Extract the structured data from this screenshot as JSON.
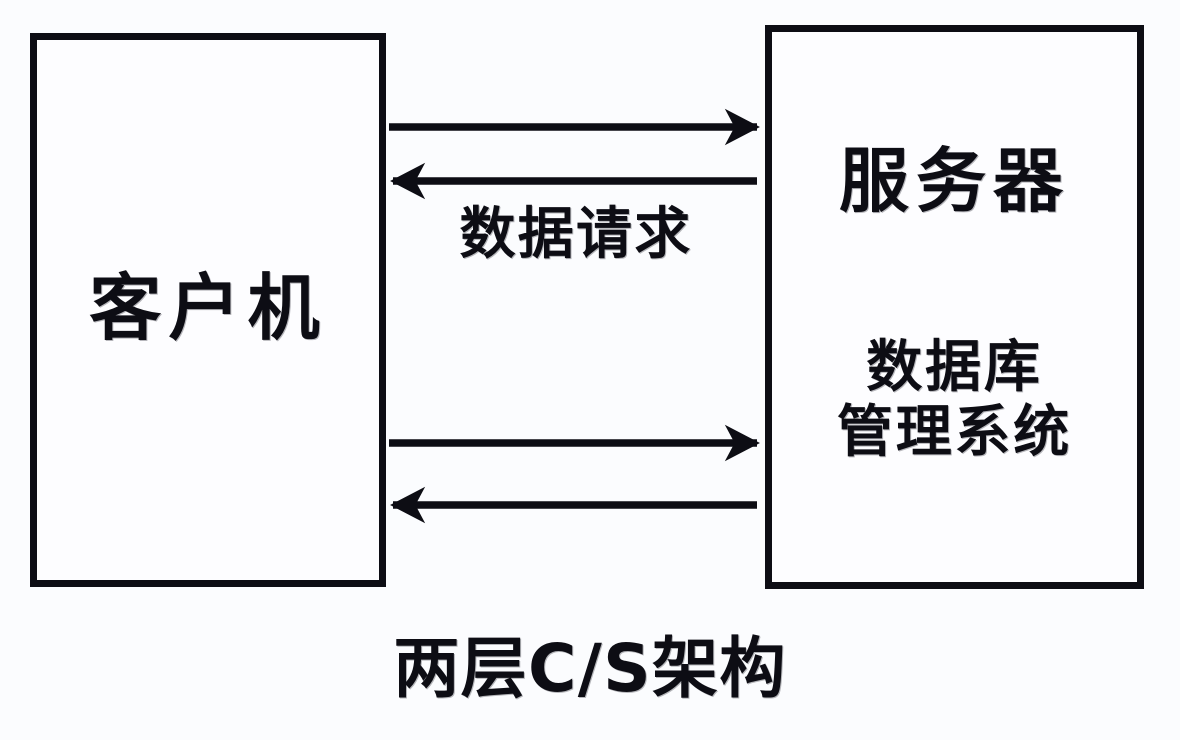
{
  "diagram": {
    "caption": "两层C/S架构",
    "background_color": "#fbfcfe",
    "stroke_color": "#0d0d14",
    "nodes": [
      {
        "id": "client",
        "label": "客户机"
      },
      {
        "id": "server",
        "label": "服务器",
        "sub_label_line1": "数据库",
        "sub_label_line2": "管理系统"
      }
    ],
    "edge_label": "数据请求",
    "edges": [
      {
        "id": "edge-1",
        "direction": "client-to-server",
        "label": ""
      },
      {
        "id": "edge-2",
        "direction": "server-to-client",
        "label": ""
      },
      {
        "id": "edge-3",
        "direction": "client-to-server",
        "label": ""
      },
      {
        "id": "edge-4",
        "direction": "server-to-client",
        "label": ""
      }
    ]
  }
}
